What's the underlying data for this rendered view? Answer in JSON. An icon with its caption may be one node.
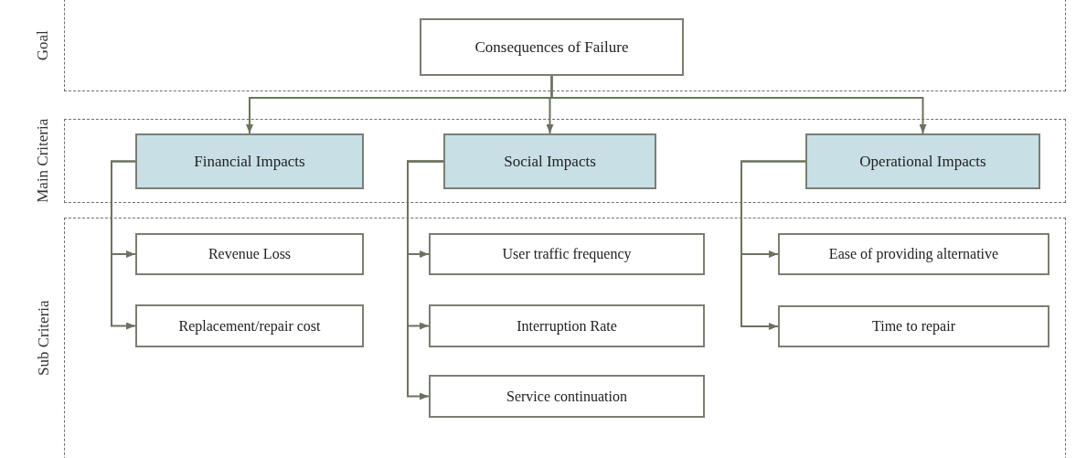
{
  "diagram": {
    "nodes": [
      {
        "text": [
          "Goal"
        ]
      },
      {
        "text": [
          "Consequences of Failure"
        ],
        "in": 0
      },
      {
        "text": [
          "Main Criteria"
        ]
      },
      {
        "text": [
          "Financial Impacts"
        ],
        "in": 2
      },
      {
        "text": [
          "Social Impacts"
        ],
        "in": 2
      },
      {
        "text": [
          "Operational Impacts"
        ],
        "in": 2
      },
      {
        "text": [
          "Sub Criteria"
        ]
      },
      {
        "text": [
          "Revenue Loss"
        ],
        "in": 6
      },
      {
        "text": [
          "Replacement/repair cost"
        ],
        "in": 6
      },
      {
        "text": [
          "User traffic frequency"
        ],
        "in": 6
      },
      {
        "text": [
          "Interruption Rate"
        ],
        "in": 6
      },
      {
        "text": [
          "Service continuation"
        ],
        "in": 6
      },
      {
        "text": [
          "Ease of providing alternative"
        ],
        "in": 6
      },
      {
        "text": [
          "Time to repair"
        ],
        "in": 6
      }
    ],
    "edges": [
      {
        "from": 1,
        "to": 3,
        "arrow": "to"
      },
      {
        "from": 1,
        "to": 4,
        "arrow": "to"
      },
      {
        "from": 1,
        "to": 5,
        "arrow": "to"
      },
      {
        "from": 3,
        "to": 7,
        "arrow": "to"
      },
      {
        "from": 3,
        "to": 8,
        "arrow": "to"
      },
      {
        "from": 4,
        "to": 9,
        "arrow": "to"
      },
      {
        "from": 4,
        "to": 10,
        "arrow": "to"
      },
      {
        "from": 4,
        "to": 11,
        "arrow": "to"
      },
      {
        "from": 5,
        "to": 12,
        "arrow": "to"
      },
      {
        "from": 5,
        "to": 13,
        "arrow": "to"
      }
    ]
  }
}
